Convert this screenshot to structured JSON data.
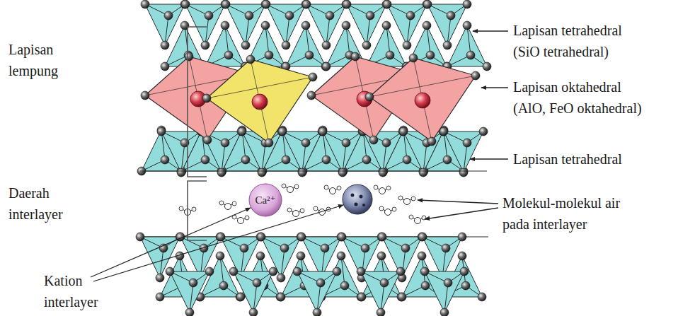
{
  "diagram": {
    "labels": [
      "Lapisan lempung",
      "Lapisan tetrahedral (SiO tetrahedral)",
      "Lapisan oktahedral (AlO, FeO oktahedral)",
      "Lapisan tetrahedral",
      "Daerah interlayer",
      "Ca²⁺",
      "Molekul-molekul air pada interlayer",
      "Kation interlayer"
    ]
  }
}
